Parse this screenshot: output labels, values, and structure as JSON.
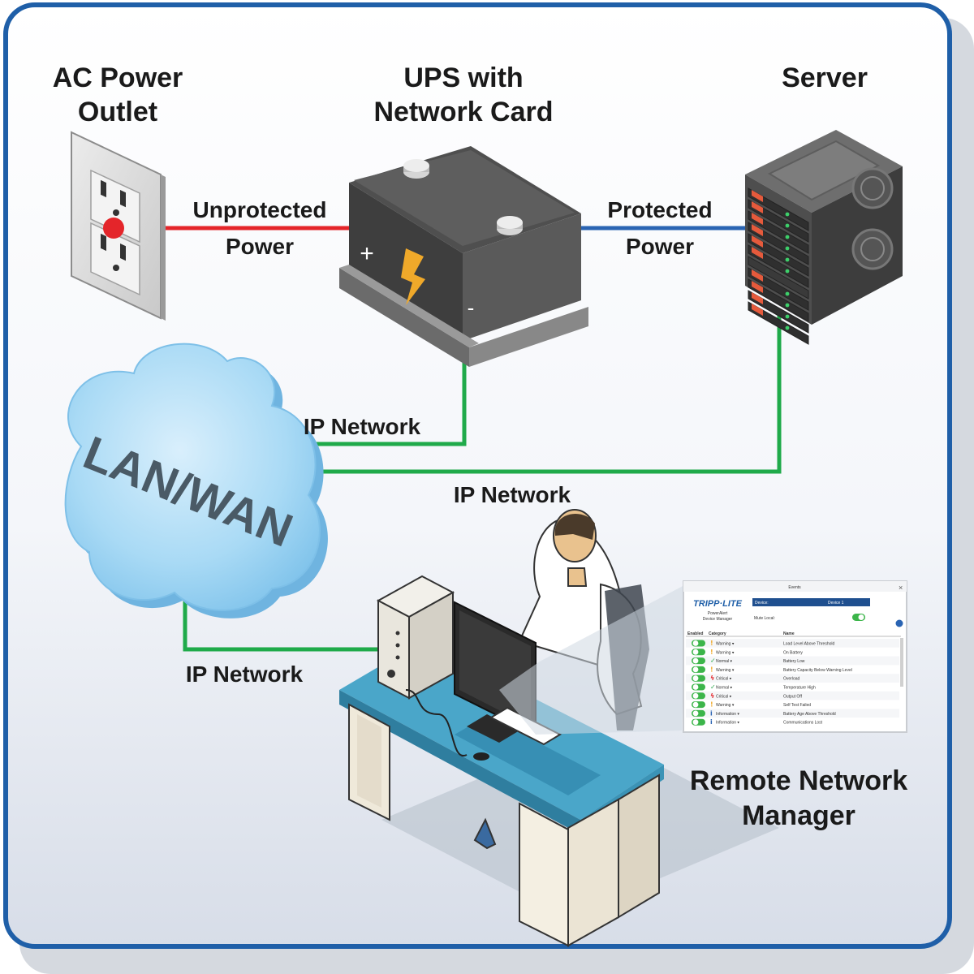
{
  "labels": {
    "outlet_line1": "AC Power",
    "outlet_line2": "Outlet",
    "ups_line1": "UPS with",
    "ups_line2": "Network Card",
    "server": "Server",
    "unprotected_line1": "Unprotected",
    "unprotected_line2": "Power",
    "protected_line1": "Protected",
    "protected_line2": "Power",
    "ip_network_ups": "IP Network",
    "ip_network_server": "IP Network",
    "ip_network_manager": "IP Network",
    "cloud": "LAN/WAN",
    "manager_line1": "Remote Network",
    "manager_line2": "Manager",
    "battery_plus": "+",
    "battery_minus": "-"
  },
  "screen": {
    "title": "Events",
    "logo": "TRIPP·LITE",
    "logo_sub1": "PowerAlert",
    "logo_sub2": "Device Manager",
    "device_label": "Device:",
    "device_value": "Device 1",
    "mute_label": "Mute Local:",
    "col_enabled": "Enabled",
    "col_category": "Category",
    "col_name": "Name",
    "rows": [
      {
        "category": "Warning",
        "name": "Load Level Above Threshold",
        "icon": "warning-icon"
      },
      {
        "category": "Warning",
        "name": "On Battery",
        "icon": "warning-icon"
      },
      {
        "category": "Normal",
        "name": "Battery Low",
        "icon": "check-icon"
      },
      {
        "category": "Warning",
        "name": "Battery Capacity Below Warning Level",
        "icon": "warning-icon"
      },
      {
        "category": "Critical",
        "name": "Overload",
        "icon": "critical-icon"
      },
      {
        "category": "Normal",
        "name": "Temperature High",
        "icon": "check-icon"
      },
      {
        "category": "Critical",
        "name": "Output Off",
        "icon": "critical-icon"
      },
      {
        "category": "Warning",
        "name": "Self Test Failed",
        "icon": "warning-icon"
      },
      {
        "category": "Information",
        "name": "Battery Age Above Threshold",
        "icon": "info-icon"
      },
      {
        "category": "Information",
        "name": "Communications Lost",
        "icon": "info-icon"
      }
    ]
  },
  "colors": {
    "frame": "#1f5fa8",
    "unprotected_line": "#e4252a",
    "protected_line": "#2a64b3",
    "network_line": "#1faa4a",
    "cloud": "#9fd3f2",
    "desk_top": "#4aa6c9"
  }
}
